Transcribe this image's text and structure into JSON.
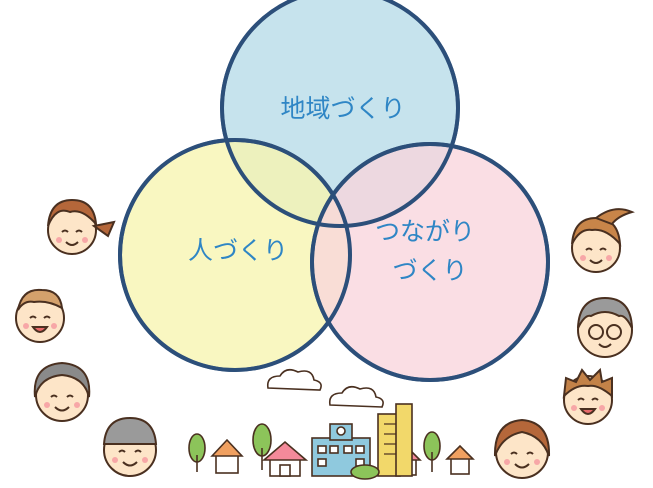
{
  "venn": {
    "circles": [
      {
        "id": "chiiki",
        "label_lines": [
          "地域づくり"
        ],
        "fill": "#b7dce9"
      },
      {
        "id": "hito",
        "label_lines": [
          "人づくり"
        ],
        "fill": "#f8f6b0"
      },
      {
        "id": "tsunagari",
        "label_lines": [
          "つながり",
          "づくり"
        ],
        "fill": "#f9d6dd"
      }
    ],
    "outline_color": "#2c4f7a",
    "label_color": "#2f86c5"
  },
  "people": [
    {
      "id": "girl-pigtails-left",
      "hair": "#b5673a"
    },
    {
      "id": "kid-short-hair-left",
      "hair": "#d4a16c"
    },
    {
      "id": "grandmother-left",
      "hair": "#8a8a8a"
    },
    {
      "id": "man-cap-bottom-left",
      "hair": "#9a9a9a"
    },
    {
      "id": "girl-ponytail-right",
      "hair": "#c88549"
    },
    {
      "id": "grandfather-glasses-right",
      "hair": "#9a9a9a"
    },
    {
      "id": "boy-spiky-right",
      "hair": "#c38248"
    },
    {
      "id": "woman-bottom-right",
      "hair": "#b5673a"
    }
  ],
  "town": {
    "house_roof": "#f0a060",
    "house_roof_alt": "#f48a9a",
    "tree": "#8cc45a",
    "school": "#8fc9de",
    "building": "#f2d86a"
  }
}
